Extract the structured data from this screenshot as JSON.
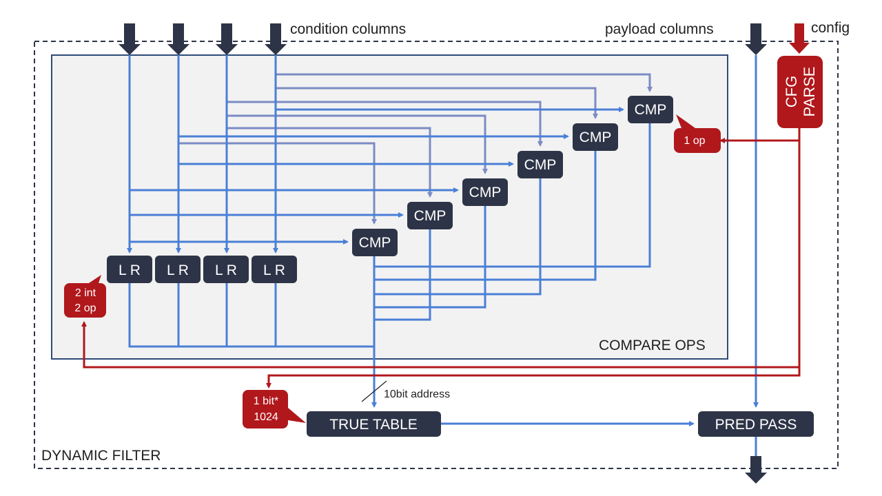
{
  "labels": {
    "condition_columns": "condition columns",
    "payload_columns": "payload columns",
    "config": "config",
    "compare_ops": "COMPARE OPS",
    "dynamic_filter": "DYNAMIC  FILTER",
    "address": "10bit address"
  },
  "blocks": {
    "cmp": "CMP",
    "lr": "L R",
    "cfg_line1": "CFG",
    "cfg_line2": "PARSE",
    "true_table": "TRUE TABLE",
    "pred_pass": "PRED PASS"
  },
  "callouts": {
    "one_op": "1 op",
    "int_line1": "2 int",
    "int_line2": "2 op",
    "bit_line1": "1 bit*",
    "bit_line2": "1024"
  },
  "colors": {
    "block": "#2e3447",
    "wire": "#4a7fd6",
    "wire_light": "#7b8cc4",
    "config": "#b0181c",
    "panel": "#f2f2f2",
    "panel_border": "#2e4a78"
  }
}
